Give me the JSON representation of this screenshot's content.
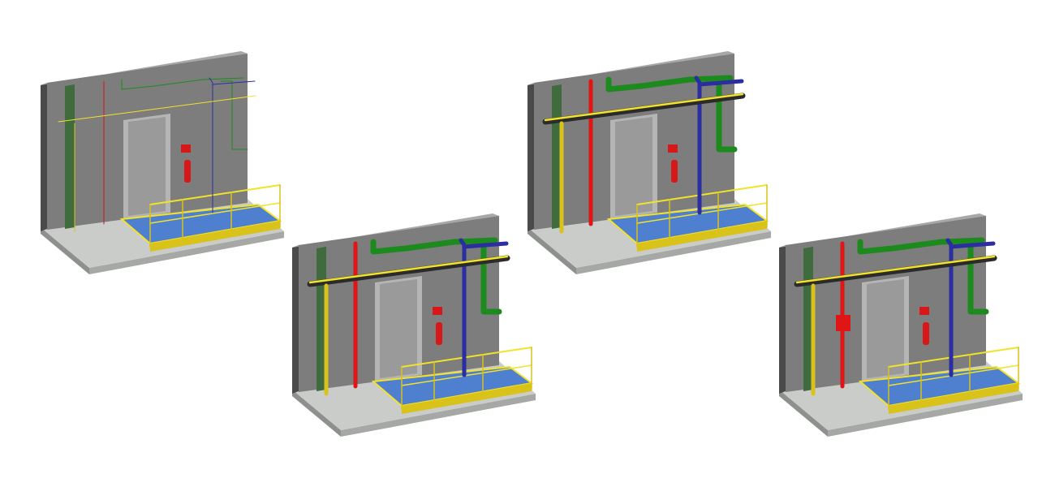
{
  "colors": {
    "wall_front": "#7d7d7d",
    "wall_side": "#4a4a4a",
    "wall_top": "#a8a8a8",
    "floor_top": "#c9ccc9",
    "floor_front": "#8e908e",
    "door_frame": "#b5b5b5",
    "door_leaf": "#9a9a9a",
    "platform": "#4f7fcf",
    "safety_yellow": "#f2e22a",
    "railing": "#d9c21a",
    "gas_pipe": "#e01515",
    "water_pipe": "#1d8a1d",
    "blue_pipe": "#2a2ea0",
    "cable_tray": "#2b2b2b",
    "column": "#3f6b3f",
    "extinguisher": "#d81818"
  },
  "scenes": [
    {
      "name": "wireframe-pipes",
      "pipes": "lines",
      "valve_box": false
    },
    {
      "name": "solid-pipes",
      "pipes": "solid",
      "valve_box": false
    },
    {
      "name": "solid-pipes-extended",
      "pipes": "solid",
      "valve_box": false
    },
    {
      "name": "solid-pipes-with-valve",
      "pipes": "solid",
      "valve_box": true
    }
  ]
}
